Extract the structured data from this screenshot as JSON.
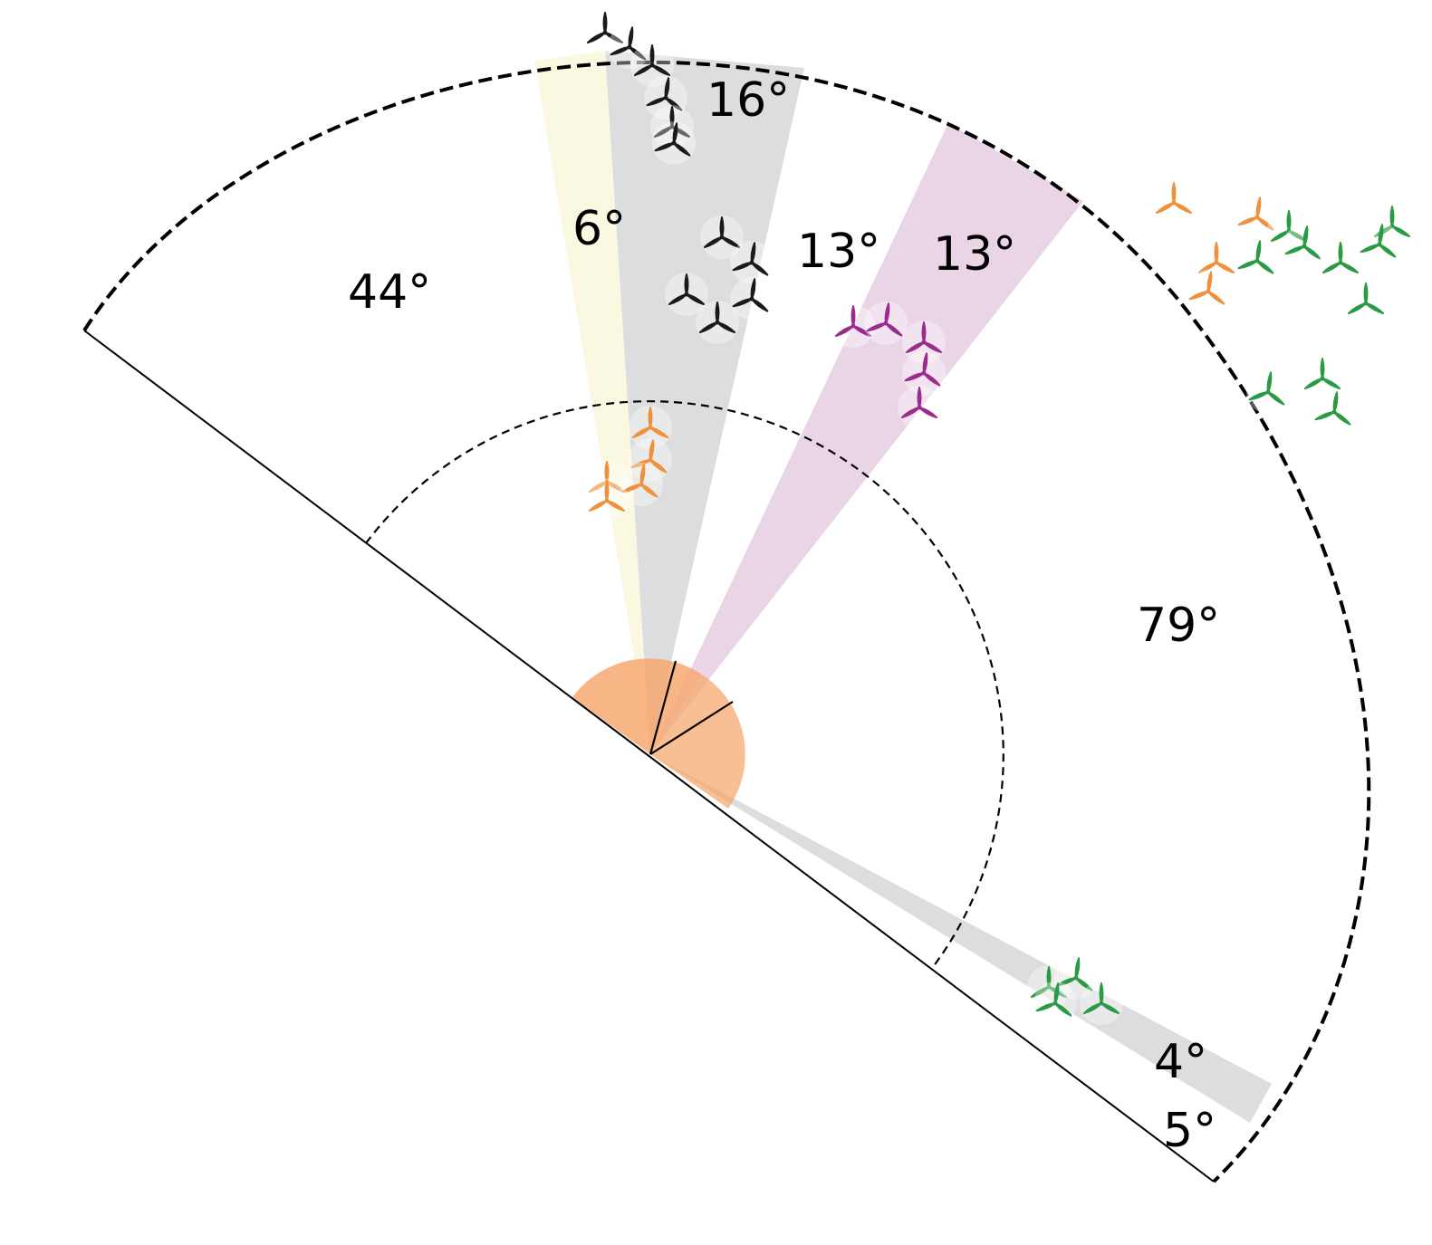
{
  "diagram": {
    "angle_labels": {
      "west": "44°",
      "yellow": "6°",
      "grey_north": "16°",
      "gap": "13°",
      "pink": "13°",
      "east": "79°",
      "grey_south": "4°",
      "south": "5°"
    }
  },
  "colors": {
    "yellow_sector": "#fbf8e1",
    "grey_sector": "#dcddde",
    "pink_sector": "#ead5e6",
    "orange_wedge": "#f7a66b",
    "orange_turbine": "#f0903c",
    "green_turbine": "#2a9a44",
    "purple_turbine": "#9a2c8e",
    "black_turbine": "#1a1a1a"
  }
}
